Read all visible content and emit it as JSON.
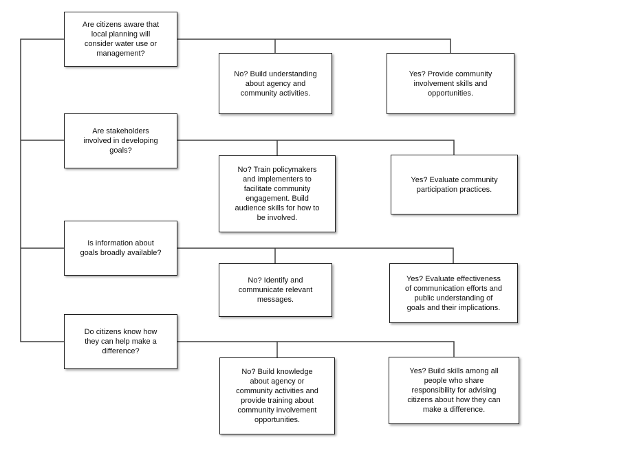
{
  "diagram": {
    "rows": [
      {
        "question": "Are citizens aware that\nlocal planning will\nconsider water use or\nmanagement?",
        "no": "No? Build understanding\nabout agency and\ncommunity activities.",
        "yes": "Yes? Provide community\ninvolvement skills and\nopportunities."
      },
      {
        "question": "Are stakeholders\ninvolved in developing\ngoals?",
        "no": "No? Train policymakers\nand implementers to\nfacilitate community\nengagement. Build\naudience skills for how to\nbe involved.",
        "yes": "Yes? Evaluate community\nparticipation practices."
      },
      {
        "question": "Is information about\ngoals broadly available?",
        "no": "No? Identify and\ncommunicate relevant\nmessages.",
        "yes": "Yes? Evaluate effectiveness\nof communication efforts and\npublic understanding of\ngoals and their implications."
      },
      {
        "question": "Do citizens know how\nthey can help make a\ndifference?",
        "no": "No? Build knowledge\nabout agency or\ncommunity activities and\nprovide training about\ncommunity involvement\nopportunities.",
        "yes": "Yes? Build skills among all\npeople who share\nresponsibility for advising\ncitizens about how they can\nmake a difference."
      }
    ],
    "line_color": "#3f3f3f",
    "border_color": "#1c1c1c"
  }
}
